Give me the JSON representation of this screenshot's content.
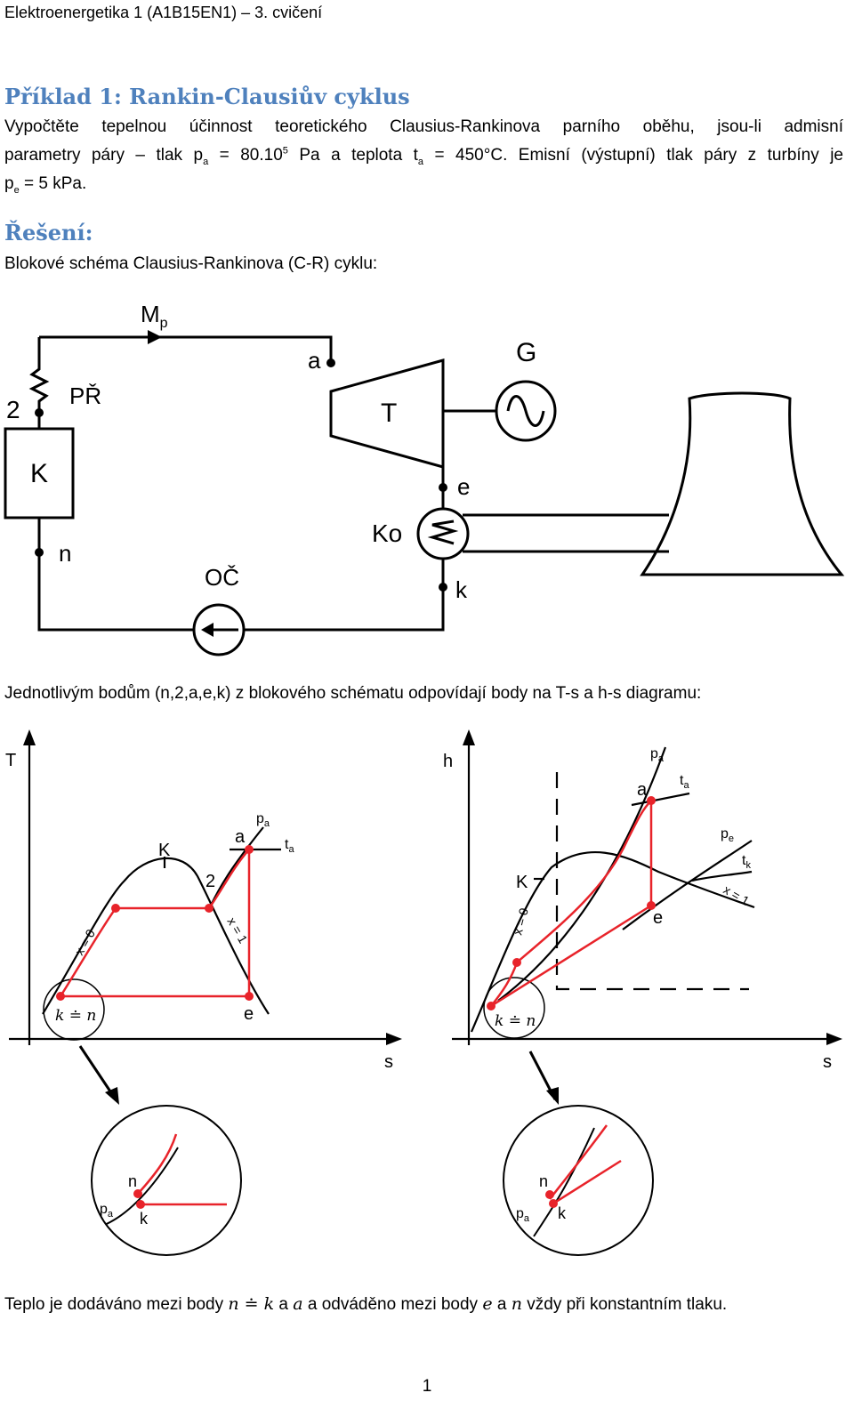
{
  "header": "Elektroenergetika 1 (A1B15EN1) – 3. cvičení",
  "example_title": "Příklad 1: Rankin-Clausiův cyklus",
  "problem": {
    "l1": "Vypočtěte tepelnou účinnost teoretického Clausius-Rankinova parního oběhu, jsou-li admisní",
    "l2a": "parametry páry – tlak p",
    "l2a_sub": "a",
    "l2b": " = 80.10",
    "l2b_sup": "5",
    "l2c": " Pa a teplota t",
    "l2c_sub": "a",
    "l2d": " = 450°C. Emisní (výstupní) tlak páry z turbíny je",
    "l3a": "p",
    "l3a_sub": "e",
    "l3b": " = 5 kPa."
  },
  "solution_title": "Řešení:",
  "block_caption": "Blokové schéma Clausius-Rankinova (C-R) cyklu:",
  "block_diagram": {
    "mp": "M",
    "mp_sub": "p",
    "a": "a",
    "g": "G",
    "pr": "PŘ",
    "two": "2",
    "t": "T",
    "k_box": "K",
    "e": "e",
    "ko": "Ko",
    "n": "n",
    "oc": "OČ",
    "k": "k"
  },
  "points_caption": "Jednotlivým bodům (n,2,a,e,k) z blokového schématu odpovídají body na T-s a h-s diagramu:",
  "ts_diagram": {
    "y_axis": "T",
    "x_axis": "s",
    "k_point": "K",
    "two": "2",
    "a": "a",
    "pa": "p",
    "pa_sub": "a",
    "ta": "t",
    "ta_sub": "a",
    "x0": "x = 0",
    "x1": "x = 1",
    "e": "e",
    "kn": "k ≐ n"
  },
  "hs_diagram": {
    "y_axis": "h",
    "x_axis": "s",
    "pa": "p",
    "pa_sub": "a",
    "a": "a",
    "ta": "t",
    "ta_sub": "a",
    "pe": "p",
    "pe_sub": "e",
    "tk": "t",
    "tk_sub": "k",
    "k_point": "K",
    "x0": "x = 0",
    "x1": "x = 1",
    "e": "e",
    "kn": "k ≐ n"
  },
  "zoom_left": {
    "n": "n",
    "pa": "p",
    "pa_sub": "a",
    "k": "k"
  },
  "zoom_right": {
    "n": "n",
    "pa": "p",
    "pa_sub": "a",
    "k": "k"
  },
  "conclusion": {
    "p1": "Teplo je dodáváno mezi body ",
    "m1": "n ≐ k",
    "p2": " a ",
    "m2": "a",
    "p3": " a odváděno mezi body ",
    "m3": "e",
    "p4": " a ",
    "m4": "n",
    "p5": " vždy při konstantním tlaku."
  },
  "page_number": "1",
  "colors": {
    "heading": "#4f81bd",
    "cycle": "#e8232a"
  }
}
